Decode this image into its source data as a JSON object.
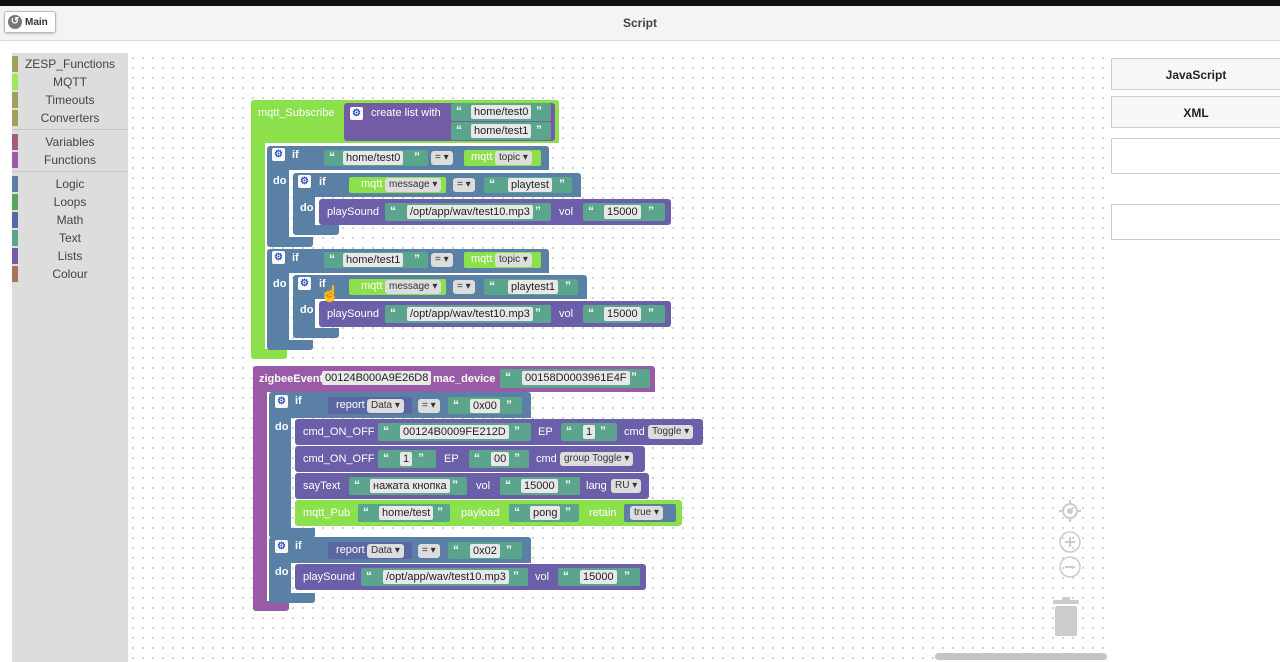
{
  "header": {
    "main_label": "Main",
    "title": "Script"
  },
  "toolbox": {
    "group1": [
      {
        "label": "ZESP_Functions",
        "color": "#a0a05a"
      },
      {
        "label": "MQTT",
        "color": "#9fe85a"
      },
      {
        "label": "Timeouts",
        "color": "#a0a05a"
      },
      {
        "label": "Converters",
        "color": "#a0a05a"
      }
    ],
    "group2": [
      {
        "label": "Variables",
        "color": "#a55b80"
      },
      {
        "label": "Functions",
        "color": "#995ba5"
      }
    ],
    "group3": [
      {
        "label": "Logic",
        "color": "#5b80a5"
      },
      {
        "label": "Loops",
        "color": "#5ba55b"
      },
      {
        "label": "Math",
        "color": "#5b67a5"
      },
      {
        "label": "Text",
        "color": "#5ba58c"
      },
      {
        "label": "Lists",
        "color": "#745ba5"
      },
      {
        "label": "Colour",
        "color": "#a5745b"
      }
    ]
  },
  "panel": {
    "js_label": "JavaScript",
    "xml_label": "XML"
  },
  "script": {
    "subscribe": {
      "label": "mqtt_Subscribe",
      "create_list": "create list with",
      "topic0": "home/test0",
      "topic1": "home/test1"
    },
    "if1": {
      "if": "if",
      "do": "do",
      "topic": "home/test0",
      "op": "=",
      "mqtt": "mqtt",
      "field": "topic",
      "inner_mqtt": "mqtt",
      "inner_field": "message",
      "inner_value": "playtest",
      "play": "playSound",
      "path": "/opt/app/wav/test10.mp3",
      "vol": "vol",
      "vol_value": "15000"
    },
    "if2": {
      "if": "if",
      "do": "do",
      "topic": "home/test1",
      "op": "=",
      "mqtt": "mqtt",
      "field": "topic",
      "inner_mqtt": "mqtt",
      "inner_field": "message",
      "inner_value": "playtest1",
      "play": "playSound",
      "path": "/opt/app/wav/test10.mp3",
      "vol": "vol",
      "vol_value": "15000"
    },
    "zigbee": {
      "label": "zigbeeEvent",
      "device": "00124B000A9E26D8",
      "mac_label": "mac_device",
      "mac_value": "00158D0003961E4F"
    },
    "zif1": {
      "if": "if",
      "do": "do",
      "report": "report",
      "data": "Data",
      "op": "=",
      "value": "0x00"
    },
    "cmd1": {
      "label": "cmd_ON_OFF",
      "device": "00124B0009FE212D",
      "ep": "EP",
      "ep_value": "1",
      "cmd": "cmd",
      "cmd_value": "Toggle"
    },
    "cmd2": {
      "label": "cmd_ON_OFF",
      "device": "1",
      "ep": "EP",
      "ep_value": "00",
      "cmd": "cmd",
      "cmd_value": "group Toggle"
    },
    "say": {
      "label": "sayText",
      "text": "нажата кнопка",
      "vol": "vol",
      "vol_value": "15000",
      "lang": "lang",
      "lang_value": "RU"
    },
    "pub": {
      "label": "mqtt_Pub",
      "topic": "home/test",
      "payload": "payload",
      "payload_value": "pong",
      "retain": "retain",
      "retain_value": "true"
    },
    "zif2": {
      "if": "if",
      "do": "do",
      "report": "report",
      "data": "Data",
      "op": "=",
      "value": "0x02",
      "play": "playSound",
      "path": "/opt/app/wav/test10.mp3",
      "vol": "vol",
      "vol_value": "15000"
    }
  },
  "colors": {
    "mqtt": "#8ce04c",
    "logic": "#5b80a5",
    "text": "#5ba58c",
    "zigbee": "#995ba5",
    "command": "#6a5fa8"
  }
}
